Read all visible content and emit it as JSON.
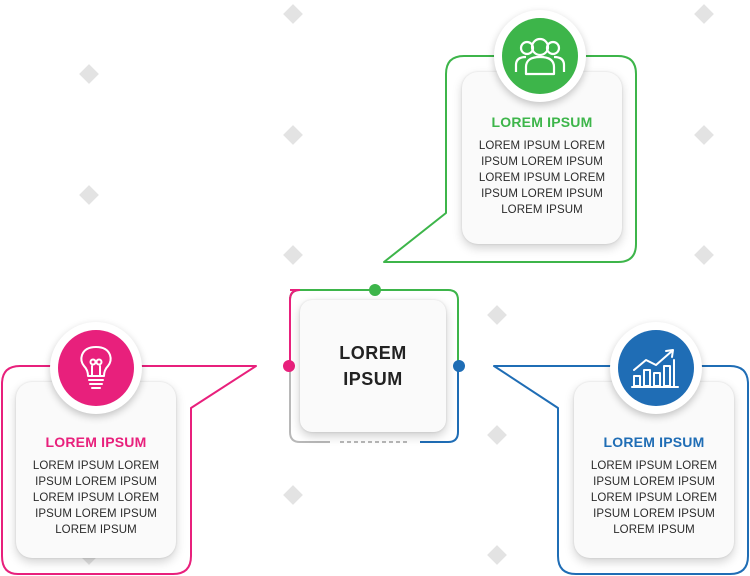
{
  "center": {
    "line1": "LOREM",
    "line2": "IPSUM"
  },
  "nodes": [
    {
      "key": "top",
      "title": "LOREM IPSUM",
      "lines": [
        "LOREM IPSUM LOREM",
        "IPSUM LOREM IPSUM",
        "LOREM IPSUM LOREM",
        "IPSUM LOREM IPSUM",
        "LOREM IPSUM"
      ],
      "icon": "people-group-icon",
      "color": "#3db54a"
    },
    {
      "key": "left",
      "title": "LOREM IPSUM",
      "lines": [
        "LOREM IPSUM LOREM",
        "IPSUM LOREM IPSUM",
        "LOREM IPSUM LOREM",
        "IPSUM LOREM IPSUM",
        "LOREM IPSUM"
      ],
      "icon": "lightbulb-icon",
      "color": "#e8207c"
    },
    {
      "key": "right",
      "title": "LOREM IPSUM",
      "lines": [
        "LOREM IPSUM LOREM",
        "IPSUM LOREM IPSUM",
        "LOREM IPSUM LOREM",
        "IPSUM LOREM IPSUM",
        "LOREM IPSUM"
      ],
      "icon": "growth-chart-icon",
      "color": "#1f6db5"
    }
  ],
  "colors": {
    "green": "#3db54a",
    "magenta": "#e8207c",
    "blue": "#1f6db5",
    "gray": "#b8b8b8"
  }
}
